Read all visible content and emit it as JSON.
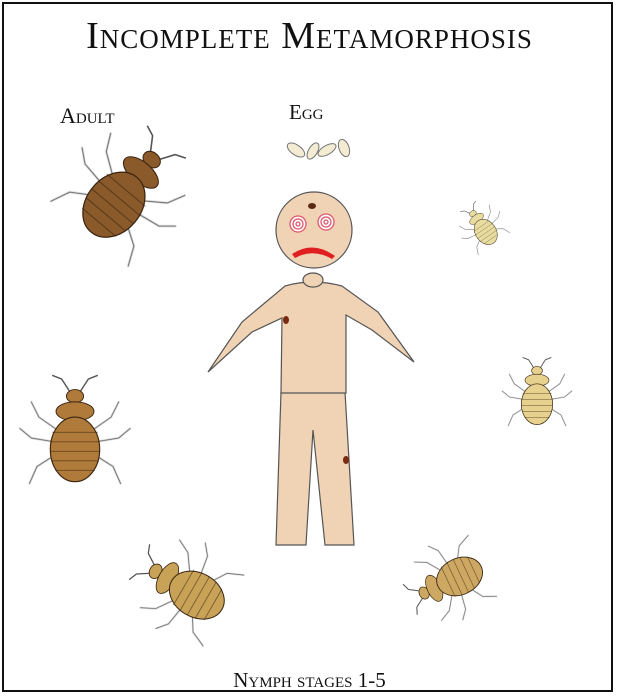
{
  "title": "Incomplete Metamorphosis",
  "labels": {
    "adult": "Adult",
    "egg": "Egg",
    "nymph": "Nymph stages 1-5"
  },
  "colors": {
    "human_skin": "#f0d2b4",
    "adult_bug": "#8b5a2b",
    "older_nymph": "#b07a3a",
    "mid_nymph": "#c8a257",
    "young_nymph": "#e6d28e",
    "mouth": "#e02020",
    "eye_rings": "#e0566a"
  }
}
